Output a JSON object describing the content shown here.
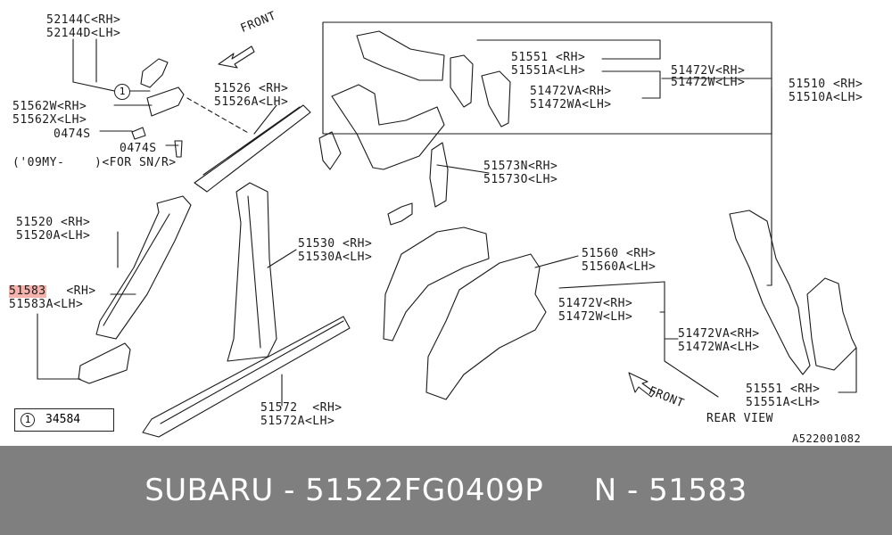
{
  "labels": {
    "l52144c": "52144C<RH>",
    "l52144d": "52144D<LH>",
    "lfront_top": "FRONT",
    "l51526": "51526 <RH>",
    "l51526a": "51526A<LH>",
    "l51562w": "51562W<RH>",
    "l51562x": "51562X<LH>",
    "l0474s_a": "0474S",
    "l0474s_b": "0474S",
    "lnote_09my": "('09MY-",
    "lnote_forsn": ")<FOR SN/R>",
    "l51520": "51520 <RH>",
    "l51520a": "51520A<LH>",
    "l51583": "51583",
    "l51583_rh": " <RH>",
    "l51583a": "51583A<LH>",
    "l51530": "51530 <RH>",
    "l51530a": "51530A<LH>",
    "l51572": "51572  <RH>",
    "l51572a": "51572A<LH>",
    "l51551_top": "51551 <RH>",
    "l51551a_top": "51551A<LH>",
    "l51472v_top": "51472V<RH>",
    "l51472w_top": "51472W<LH>",
    "l51472va_top": "51472VA<RH>",
    "l51472wa_top": "51472WA<LH>",
    "l51510": "51510 <RH>",
    "l51510a": "51510A<LH>",
    "l51573n": "51573N<RH>",
    "l51573o": "51573O<LH>",
    "l51560": "51560 <RH>",
    "l51560a": "51560A<LH>",
    "l51472v_mid": "51472V<RH>",
    "l51472w_mid": "51472W<LH>",
    "l51472va_low": "51472VA<RH>",
    "l51472wa_low": "51472WA<LH>",
    "l51551_low": "51551 <RH>",
    "l51551a_low": "51551A<LH>",
    "lfront_bottom": "FRONT",
    "lrear_view": "REAR VIEW",
    "ldiagram_code": "A522001082"
  },
  "legend": {
    "circle_number": "1",
    "part_number": "34584"
  },
  "callout": {
    "number": "1"
  },
  "footer": {
    "text": "SUBARU - 51522FG0409P     N - 51583"
  },
  "colors": {
    "highlight": "#f4b3ad",
    "footer_background": "#7f7f7f",
    "footer_text": "#ffffff",
    "line": "#1a1a1a"
  }
}
